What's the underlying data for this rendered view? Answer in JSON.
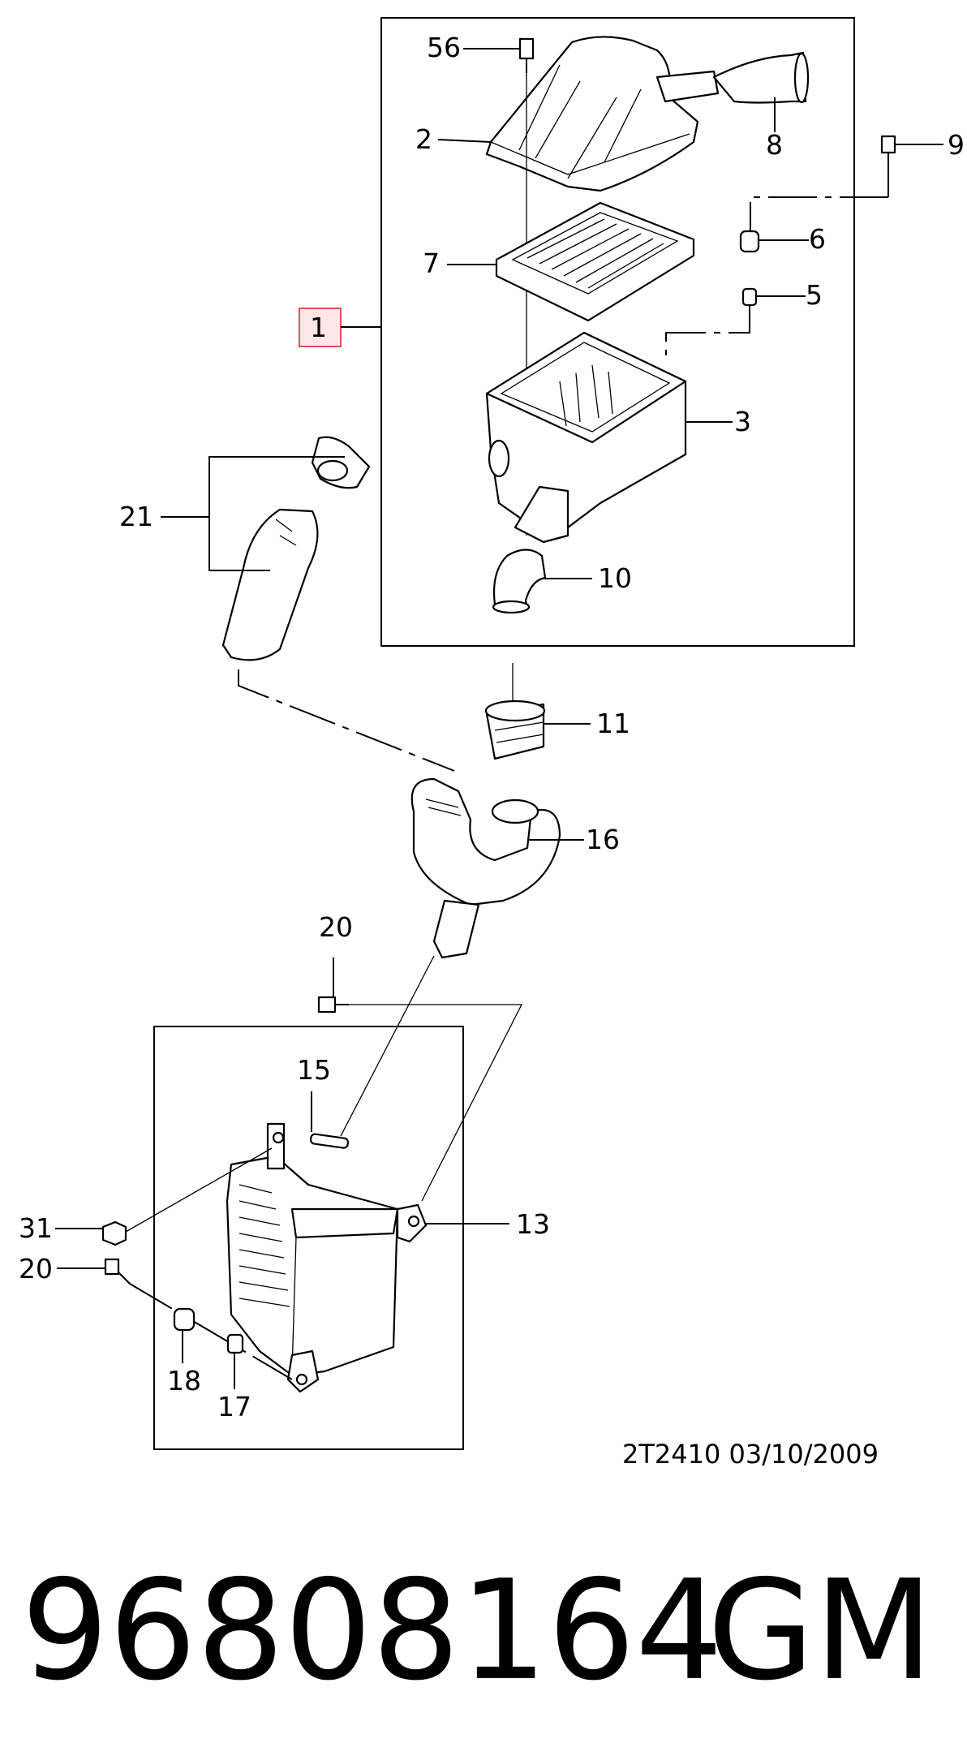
{
  "labels": {
    "p1": "1",
    "p2": "2",
    "p3": "3",
    "p5": "5",
    "p6": "6",
    "p7": "7",
    "p8": "8",
    "p9": "9",
    "p10": "10",
    "p11": "11",
    "p13": "13",
    "p15": "15",
    "p16": "16",
    "p17": "17",
    "p18": "18",
    "p20a": "20",
    "p20b": "20",
    "p21": "21",
    "p31": "31",
    "p56": "56"
  },
  "footer": {
    "code": "2T2410  03/10/2009",
    "part_number": "96808164",
    "brand": "GM"
  },
  "colors": {
    "line": "#000000",
    "highlight_fill": "#fde6e8",
    "highlight_border": "#e0505a"
  }
}
